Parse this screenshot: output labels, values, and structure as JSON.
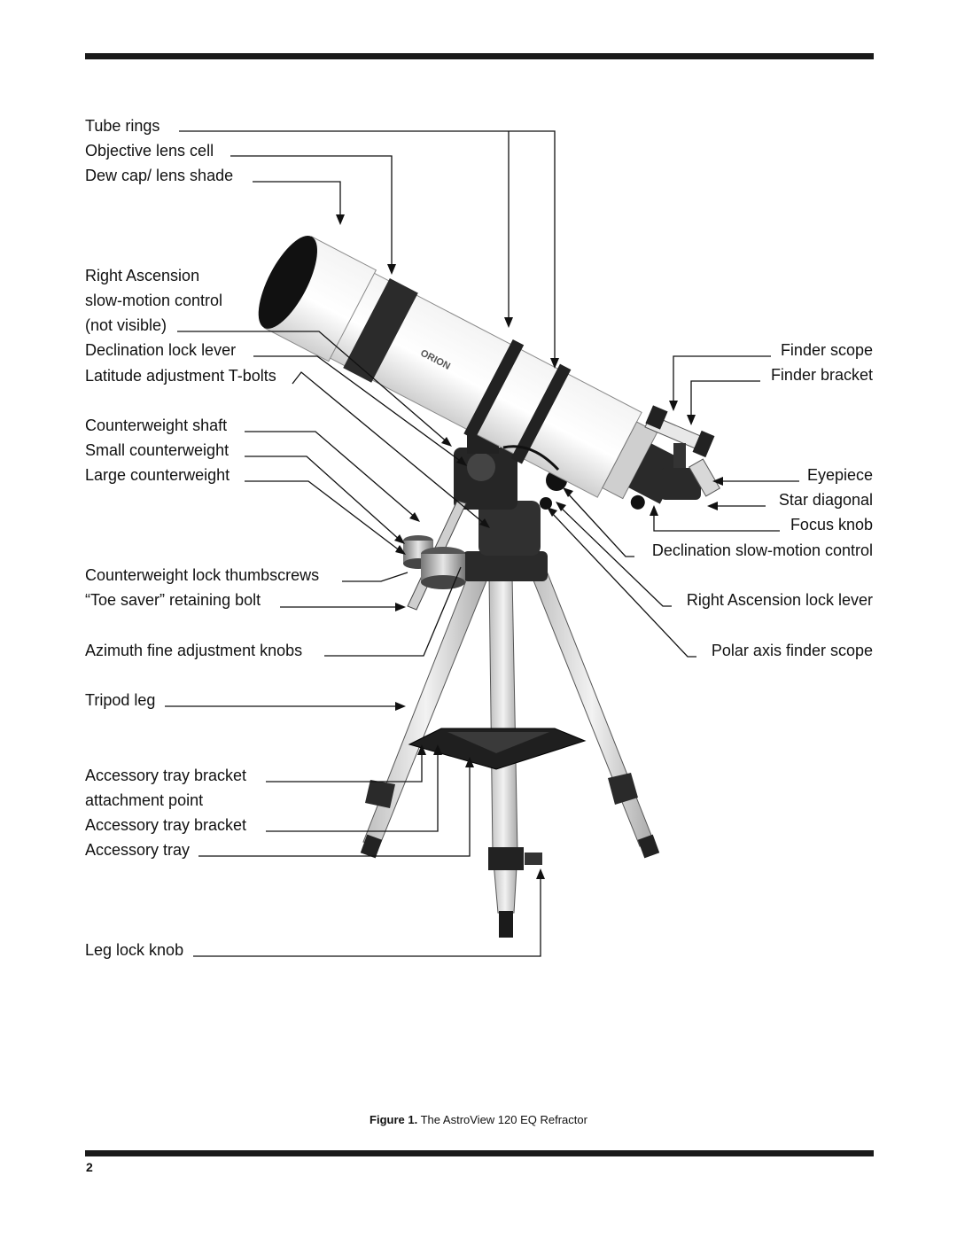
{
  "labels_left": [
    "Tube rings",
    "Objective lens cell",
    "Dew cap/ lens shade",
    "Right Ascension",
    "slow-motion control",
    "(not visible)",
    "Declination lock lever",
    "Latitude adjustment T-bolts",
    "Counterweight shaft",
    "Small counterweight",
    "Large counterweight",
    "Counterweight lock thumbscrews",
    "“Toe saver” retaining bolt",
    "Azimuth fine adjustment knobs",
    "Tripod leg",
    "Accessory tray bracket",
    "attachment point",
    "Accessory tray bracket",
    "Accessory tray",
    "Leg lock knob"
  ],
  "labels_right": [
    "Finder scope",
    "Finder bracket",
    "Eyepiece",
    "Star diagonal",
    "Focus knob",
    "Declination slow-motion control",
    "Right Ascension lock lever",
    "Polar axis finder scope"
  ],
  "caption": {
    "figure": "Figure 1.",
    "text": "The AstroView 120 EQ Refractor"
  },
  "page_number": "2",
  "brand_text": "ORION"
}
